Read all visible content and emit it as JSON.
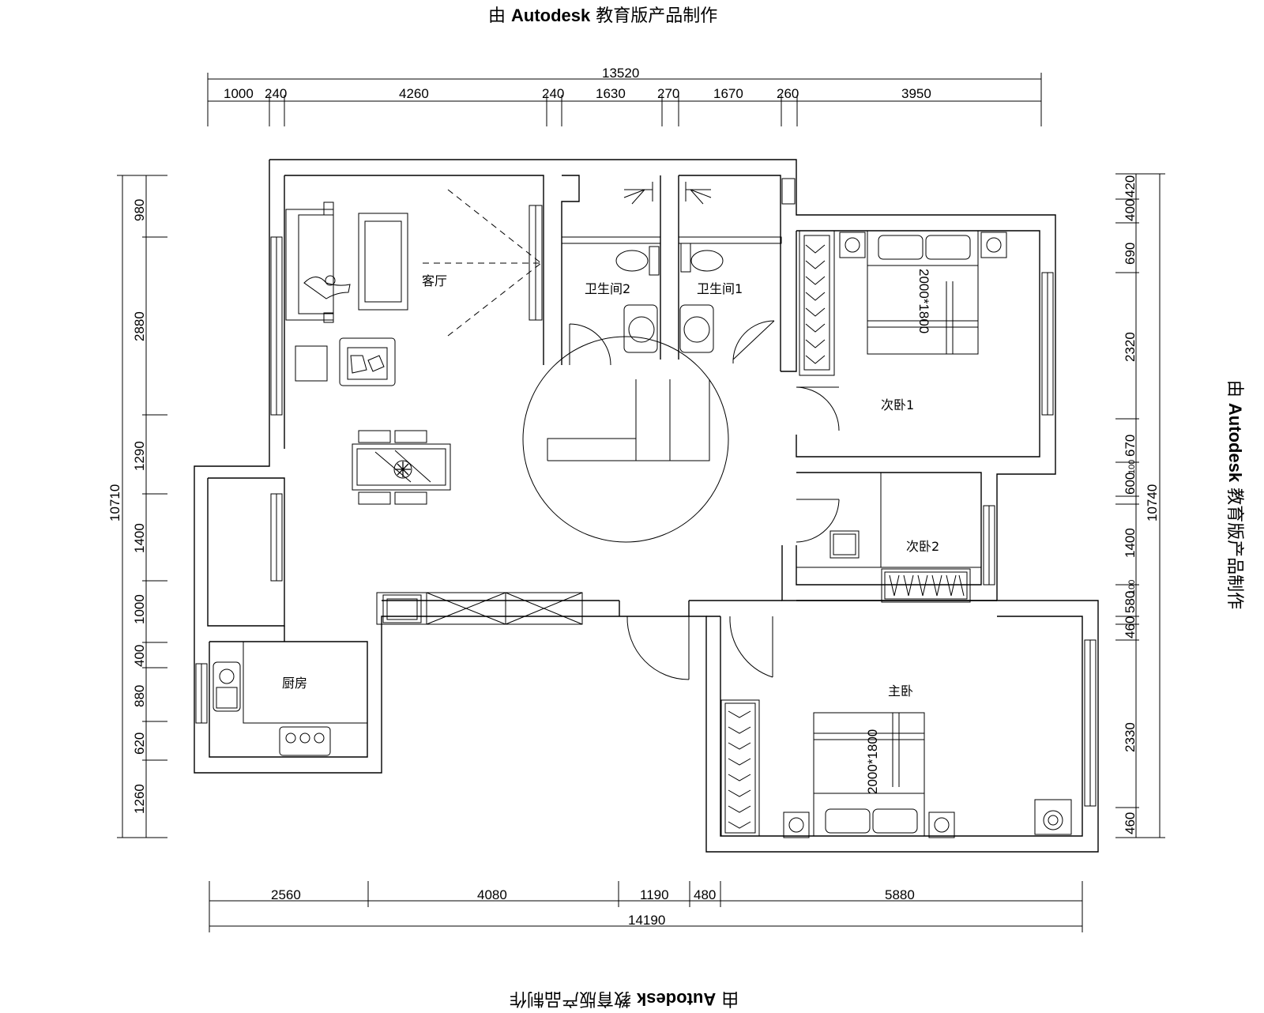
{
  "watermark": {
    "prefix": "由",
    "brand": "Autodesk",
    "suffix": "教育版产品制作"
  },
  "dimensions": {
    "top_total": "13520",
    "top_segments": [
      "1000",
      "240",
      "4260",
      "240",
      "1630",
      "270",
      "1670",
      "260",
      "3950"
    ],
    "bottom_total": "14190",
    "bottom_segments": [
      "2560",
      "4080",
      "1190",
      "480",
      "5880"
    ],
    "left_total": "10710",
    "left_segments": [
      "980",
      "2880",
      "1290",
      "1400",
      "1000",
      "400",
      "880",
      "620",
      "1260"
    ],
    "right_total": "10740",
    "right_segments": [
      "420",
      "400",
      "690",
      "2320",
      "670",
      "600",
      "100",
      "1400",
      "580",
      "100",
      "460",
      "2330",
      "460"
    ]
  },
  "rooms": {
    "living": "客厅",
    "bath2": "卫生间2",
    "bath1": "卫生间1",
    "bedroom1": "次卧1",
    "bedroom2": "次卧2",
    "master": "主卧",
    "kitchen": "厨房"
  },
  "bed_labels": {
    "bed_a": "2000*1800",
    "bed_b": "2000*1800"
  }
}
